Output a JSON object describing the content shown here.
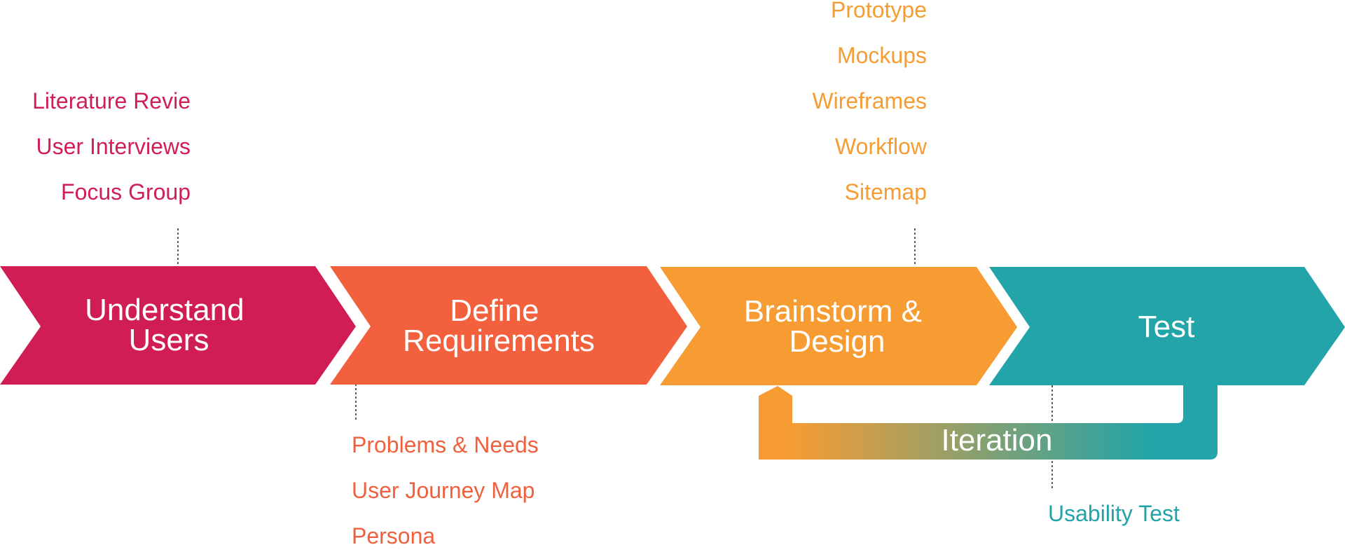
{
  "stages": [
    {
      "name": "understand-users",
      "lines": [
        "Understand",
        "Users"
      ],
      "color": "#d01e55"
    },
    {
      "name": "define-requirements",
      "lines": [
        "Define",
        "Requirements"
      ],
      "color": "#f2603e"
    },
    {
      "name": "brainstorm-design",
      "lines": [
        "Brainstorm &",
        "Design"
      ],
      "color": "#f79c33"
    },
    {
      "name": "test",
      "lines": [
        "Test"
      ],
      "color": "#22a4a8"
    }
  ],
  "methods": {
    "understand": [
      "Literature Revie",
      "User Interviews",
      "Focus Group"
    ],
    "define": [
      "Problems & Needs",
      "User Journey Map",
      "Persona"
    ],
    "brainstorm": [
      "Prototype",
      "Mockups",
      "Wireframes",
      "Workflow",
      "Sitemap"
    ],
    "test": [
      "Usability Test"
    ]
  },
  "iteration": {
    "label": "Iteration",
    "gradient_start": "#f79c33",
    "gradient_end": "#22a4a8"
  },
  "colors": {
    "stage_text": "#ffffff",
    "connector": "#333333"
  }
}
